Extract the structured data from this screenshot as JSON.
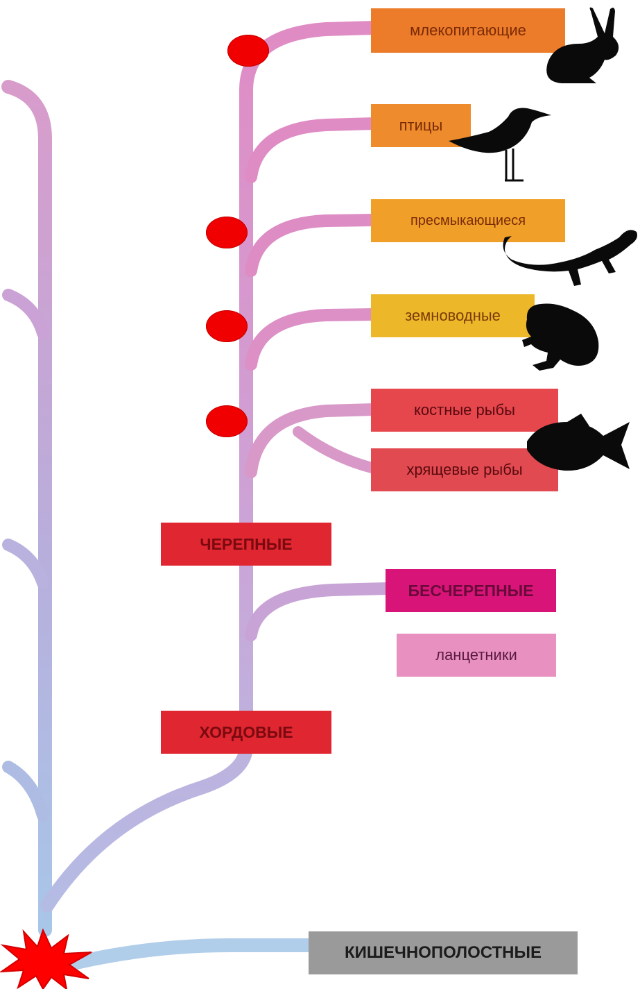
{
  "colors": {
    "trunk_top": "#d89ccb",
    "trunk_bottom": "#a8c6e8",
    "branch_pink": "#e090c2",
    "branch_lilac": "#c8a0d4",
    "branch_blue": "#b4c4e6",
    "marker": "#f00000",
    "silhouette": "#0a0a0a"
  },
  "labels": {
    "mammals": "млекопитающие",
    "birds": "птицы",
    "reptiles": "пресмыкающиеся",
    "amphibians": "земноводные",
    "bony_fish": "костные рыбы",
    "cartilaginous_fish": "хрящевые рыбы",
    "craniates": "ЧЕРЕПНЫЕ",
    "acrania": "БЕСЧЕРЕПНЫЕ",
    "lancelets": "ланцетники",
    "chordates": "ХОРДОВЫЕ",
    "cnidarians": "КИШЕЧНОПОЛОСТНЫЕ"
  },
  "label_colors": {
    "mammals": "#ec7c2a",
    "birds": "#ee8b2c",
    "reptiles": "#f0a028",
    "amphibians": "#ecb82a",
    "bony_fish": "#e5474d",
    "cartilaginous_fish": "#e04a50",
    "craniates": "#e02630",
    "acrania": "#d81478",
    "lancelets": "#e890c0",
    "chordates": "#e02630",
    "cnidarians": "#9a9a9a"
  },
  "icons": {
    "rabbit": "rabbit-icon",
    "bird": "bird-icon",
    "lizard": "lizard-icon",
    "frog": "frog-icon",
    "fish": "fish-icon",
    "origin": "starburst-icon"
  }
}
